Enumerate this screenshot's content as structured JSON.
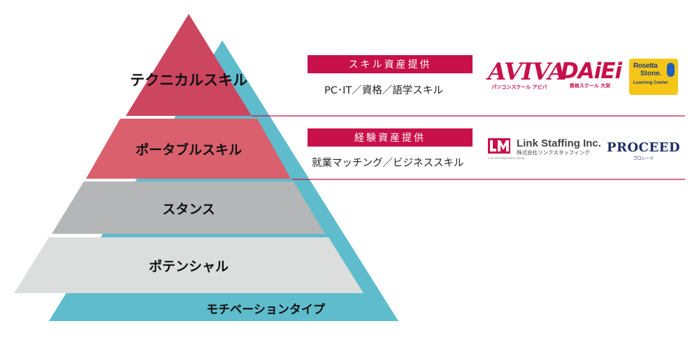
{
  "pyramid": {
    "layers": [
      {
        "label": "テクニカルスキル",
        "color": "#cc4660"
      },
      {
        "label": "ポータブルスキル",
        "color": "#d9606c"
      },
      {
        "label": "スタンス",
        "color": "#b4b6b7"
      },
      {
        "label": "ポテンシャル",
        "color": "#dcdedd"
      }
    ],
    "shadow": {
      "label": "モチベーションタイプ",
      "color": "#5fbccc"
    }
  },
  "sections": [
    {
      "heading": "スキル資産提供",
      "description": "PC･IT／資格／語学スキル",
      "accent": "#c8104a"
    },
    {
      "heading": "経験資産提供",
      "description": "就業マッチング／ビジネススキル",
      "accent": "#c8104a"
    }
  ],
  "logos": {
    "aviva": {
      "name": "AVIVA",
      "sub": "パソコンスクール アビバ"
    },
    "daiei": {
      "name": "DAiEi",
      "sub": "資格スクール 大栄"
    },
    "rosetta": {
      "line1": "Rosetta",
      "line2": "Stone.",
      "line3": "Learning Center"
    },
    "linkstaffing": {
      "mark": "LM",
      "name": "Link Staffing Inc.",
      "sub": "株式会社リンクスタッフィング",
      "tiny": "Link and Motivation Group"
    },
    "proceed": {
      "name": "PROCEED",
      "sub": "プロシード"
    }
  },
  "colors": {
    "divider": "#c8104a",
    "band_shadow": "#5fbccc"
  }
}
